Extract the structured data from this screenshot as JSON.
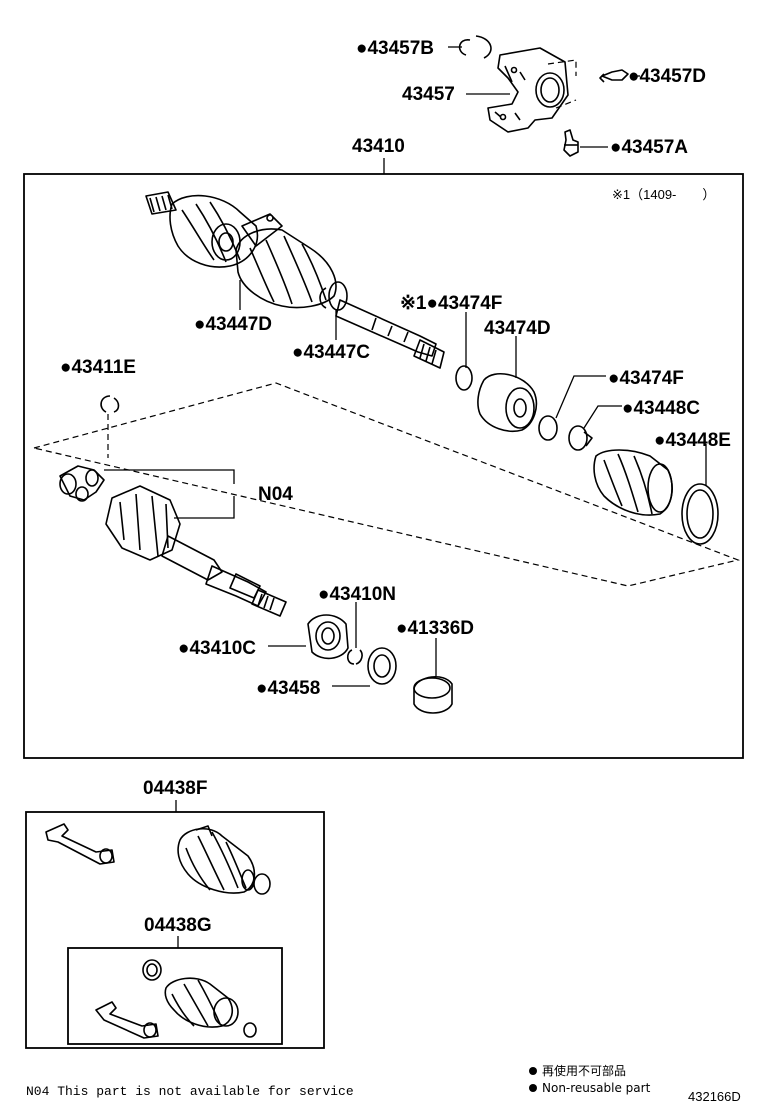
{
  "labels": {
    "p43457B": "●43457B",
    "p43457": "43457",
    "p43457D": "●43457D",
    "p43457A": "●43457A",
    "p43410": "43410",
    "note1409": "※1（1409-　　）",
    "p43474F_top": "※1●43474F",
    "p43474D": "43474D",
    "p43447D": "●43447D",
    "p43447C": "●43447C",
    "p43411E": "●43411E",
    "p43474F_right": "●43474F",
    "p43448C": "●43448C",
    "p43448E": "●43448E",
    "n04": "N04",
    "p43410N": "●43410N",
    "p41336D": "●41336D",
    "p43410C": "●43410C",
    "p43458": "●43458",
    "p04438F": "04438F",
    "p04438G": "04438G"
  },
  "footer": {
    "note": "N04 This part is not available for service",
    "legend_jp": "再使用不可部品",
    "legend_en": "Non-reusable part",
    "diagram_id": "432166D"
  },
  "icons": {
    "bullet": "filled-circle-icon"
  }
}
